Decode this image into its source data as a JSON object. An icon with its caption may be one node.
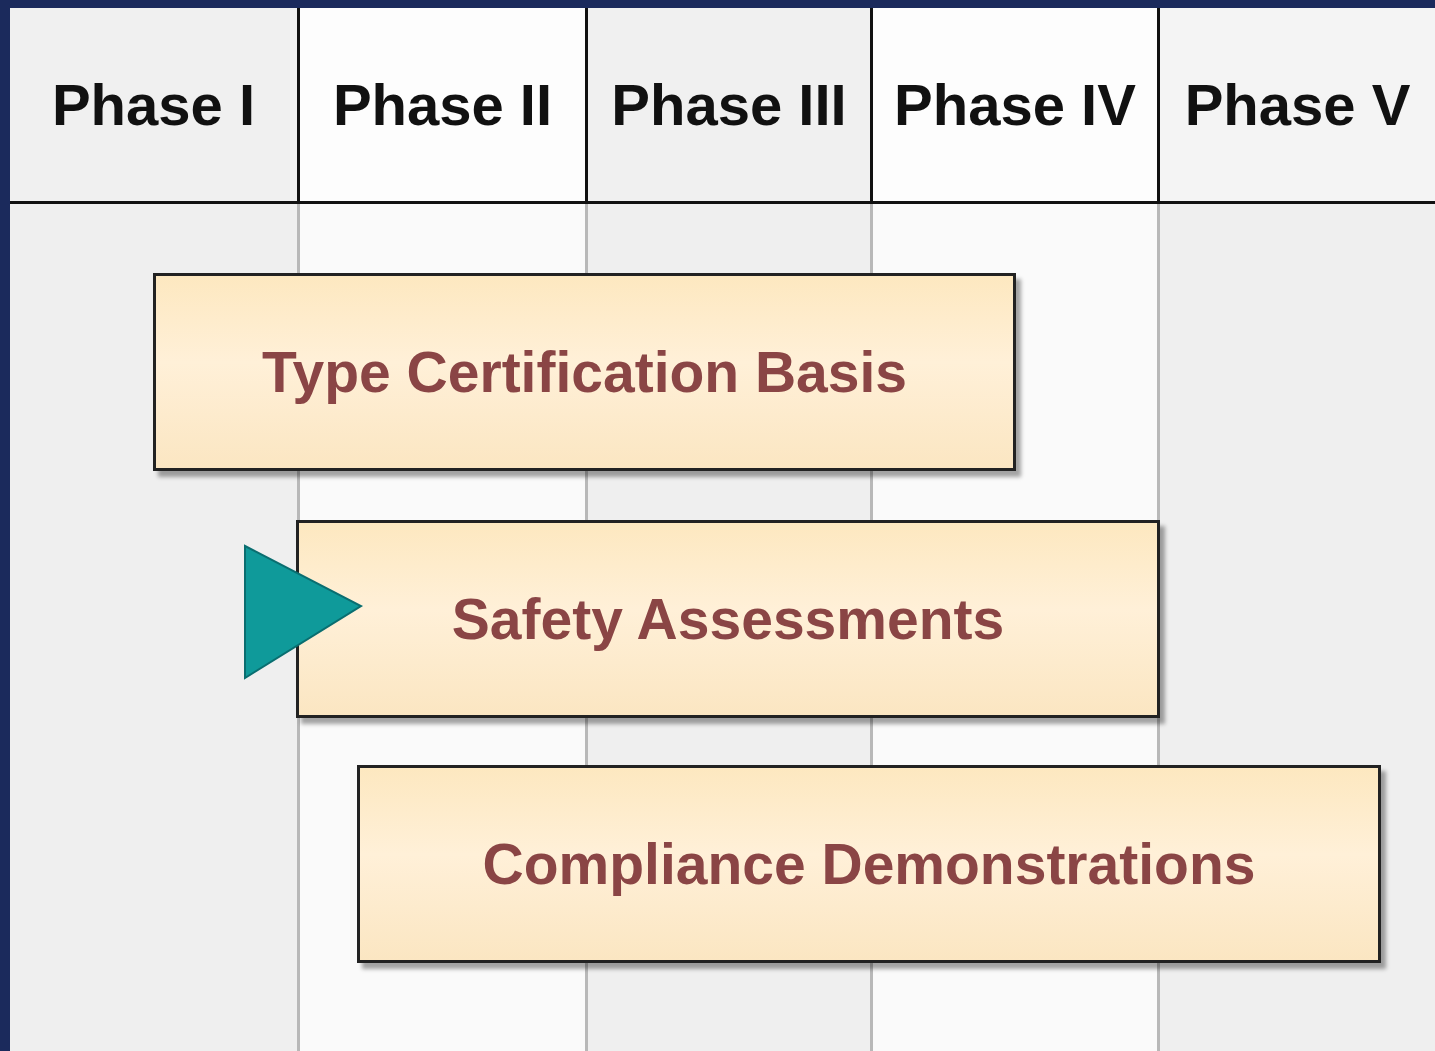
{
  "diagram": {
    "nodes": [
      {
        "text": [
          "Phase I"
        ]
      },
      {
        "text": [
          "Phase II"
        ]
      },
      {
        "text": [
          "Phase III"
        ]
      },
      {
        "text": [
          "Phase IV"
        ]
      },
      {
        "text": [
          "Phase V"
        ]
      },
      {
        "text": [
          "Type Certification Basis"
        ]
      },
      {
        "text": [
          "Safety Assessments"
        ]
      },
      {
        "text": [
          "Compliance Demonstrations"
        ]
      }
    ],
    "edges": []
  }
}
